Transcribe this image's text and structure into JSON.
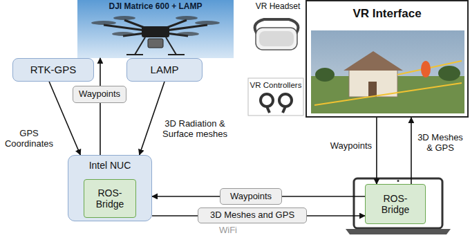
{
  "diagram": {
    "nodes": [
      {
        "text": [
          "DJI Matrice 600 + LAMP"
        ]
      },
      {
        "text": [
          "RTK-GPS"
        ]
      },
      {
        "text": [
          "LAMP"
        ]
      },
      {
        "text": [
          "VR Interface"
        ]
      },
      {
        "text": [
          "Intel NUC"
        ]
      },
      {
        "text": [
          "ROS-Bridge"
        ],
        "in": 4
      },
      {
        "text": [
          "ROS-Bridge"
        ]
      }
    ],
    "edges": [
      {
        "from": 1,
        "to": 4,
        "arrow": "to",
        "label": "GPS Coordinates"
      },
      {
        "from": 2,
        "to": 4,
        "arrow": "to",
        "label": "3D Radiation & Surface meshes"
      },
      {
        "from": 4,
        "to": 0,
        "arrow": "to",
        "label": "Waypoints"
      },
      {
        "from": 3,
        "to": 6,
        "arrow": "to",
        "label": "Waypoints"
      },
      {
        "from": 6,
        "to": 3,
        "arrow": "to",
        "label": "3D Meshes & GPS"
      },
      {
        "from": 6,
        "to": 4,
        "arrow": "to",
        "label": "Waypoints"
      },
      {
        "from": 4,
        "to": 6,
        "arrow": "to",
        "label": "3D Meshes and GPS"
      }
    ],
    "labels": [
      "VR Headset",
      "VR Controllers",
      "WiFi"
    ]
  }
}
